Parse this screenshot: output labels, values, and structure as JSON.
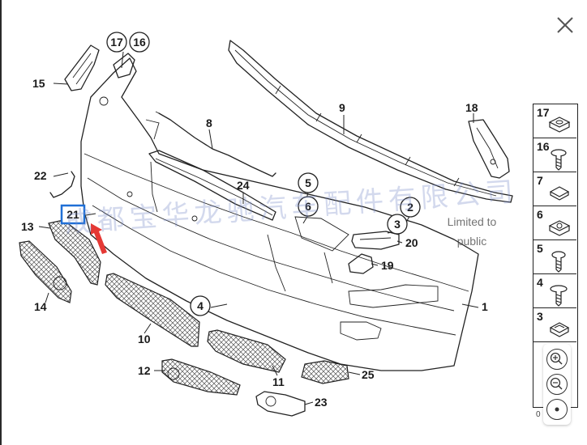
{
  "viewer": {
    "close_icon": "close-x-icon"
  },
  "diagram": {
    "callouts": [
      {
        "id": "17",
        "label": "17"
      },
      {
        "id": "16",
        "label": "16"
      },
      {
        "id": "15",
        "label": "15"
      },
      {
        "id": "8",
        "label": "8"
      },
      {
        "id": "9",
        "label": "9"
      },
      {
        "id": "18",
        "label": "18"
      },
      {
        "id": "22",
        "label": "22"
      },
      {
        "id": "24",
        "label": "24"
      },
      {
        "id": "5",
        "label": "5"
      },
      {
        "id": "6",
        "label": "6"
      },
      {
        "id": "2",
        "label": "2"
      },
      {
        "id": "3",
        "label": "3"
      },
      {
        "id": "21",
        "label": "21"
      },
      {
        "id": "13",
        "label": "13"
      },
      {
        "id": "20",
        "label": "20"
      },
      {
        "id": "19",
        "label": "19"
      },
      {
        "id": "14",
        "label": "14"
      },
      {
        "id": "4",
        "label": "4"
      },
      {
        "id": "1",
        "label": "1"
      },
      {
        "id": "10",
        "label": "10"
      },
      {
        "id": "12",
        "label": "12"
      },
      {
        "id": "11",
        "label": "11"
      },
      {
        "id": "25",
        "label": "25"
      },
      {
        "id": "23",
        "label": "23"
      }
    ],
    "highlight_color": "#1f6fd6",
    "arrow_color": "#e53935"
  },
  "watermark": {
    "chinese": "成都宝华龙驰汽车配件有限公司",
    "english": "Limited to public"
  },
  "side_panel": {
    "items": [
      {
        "number": "17",
        "icon": "clip-nut-icon"
      },
      {
        "number": "16",
        "icon": "screw-icon"
      },
      {
        "number": "7",
        "icon": "square-nut-icon"
      },
      {
        "number": "6",
        "icon": "clip-nut-icon"
      },
      {
        "number": "5",
        "icon": "screw-icon"
      },
      {
        "number": "4",
        "icon": "screw-icon"
      },
      {
        "number": "3",
        "icon": "clip-nut-icon"
      }
    ],
    "footer_text": "0"
  },
  "zoom": {
    "zoom_in_icon": "zoom-in-icon",
    "zoom_out_icon": "zoom-out-icon",
    "reset_icon": "reset-view-icon"
  }
}
